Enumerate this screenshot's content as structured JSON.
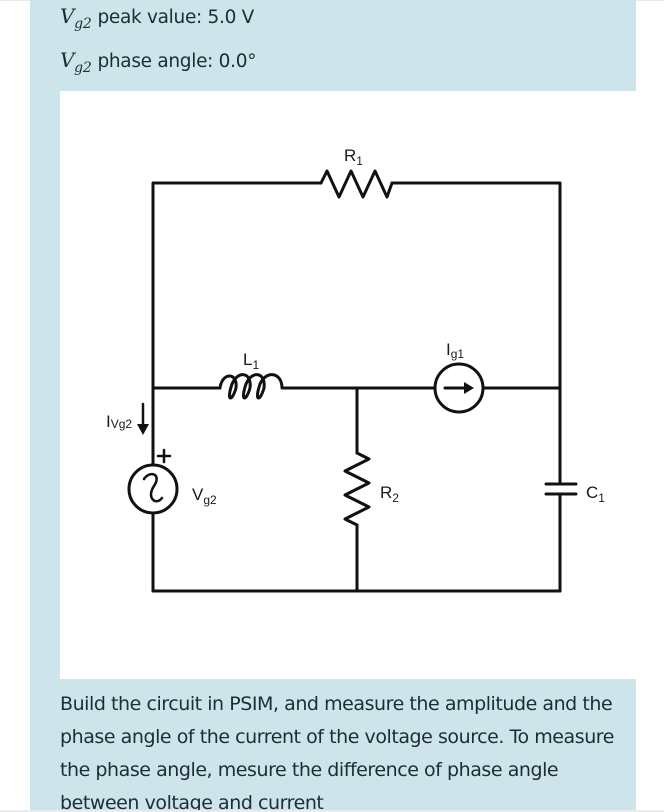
{
  "parameters": [
    {
      "symbol": "V",
      "subscript": "g2",
      "text": "peak value: 5.0 V"
    },
    {
      "symbol": "V",
      "subscript": "g2",
      "text": "phase angle: 0.0°"
    }
  ],
  "circuit": {
    "components": {
      "R1": {
        "main": "R",
        "sub": "1",
        "type": "resistor"
      },
      "L1": {
        "main": "L",
        "sub": "1",
        "type": "inductor"
      },
      "Ig1": {
        "main": "I",
        "sub": "g1",
        "type": "current-source"
      },
      "R2": {
        "main": "R",
        "sub": "2",
        "type": "resistor"
      },
      "C1": {
        "main": "C",
        "sub": "1",
        "type": "capacitor"
      },
      "Vg2": {
        "main": "V",
        "sub": "g2",
        "type": "ac-voltage-source"
      },
      "IVg2": {
        "main": "I",
        "sub": "Vg2",
        "type": "current-arrow"
      }
    },
    "polarity_mark": "+"
  },
  "description": "Build the circuit in PSIM, and measure the amplitude and the phase angle of the current of the voltage source. To measure the phase angle, mesure the difference of phase angle between voltage and current"
}
